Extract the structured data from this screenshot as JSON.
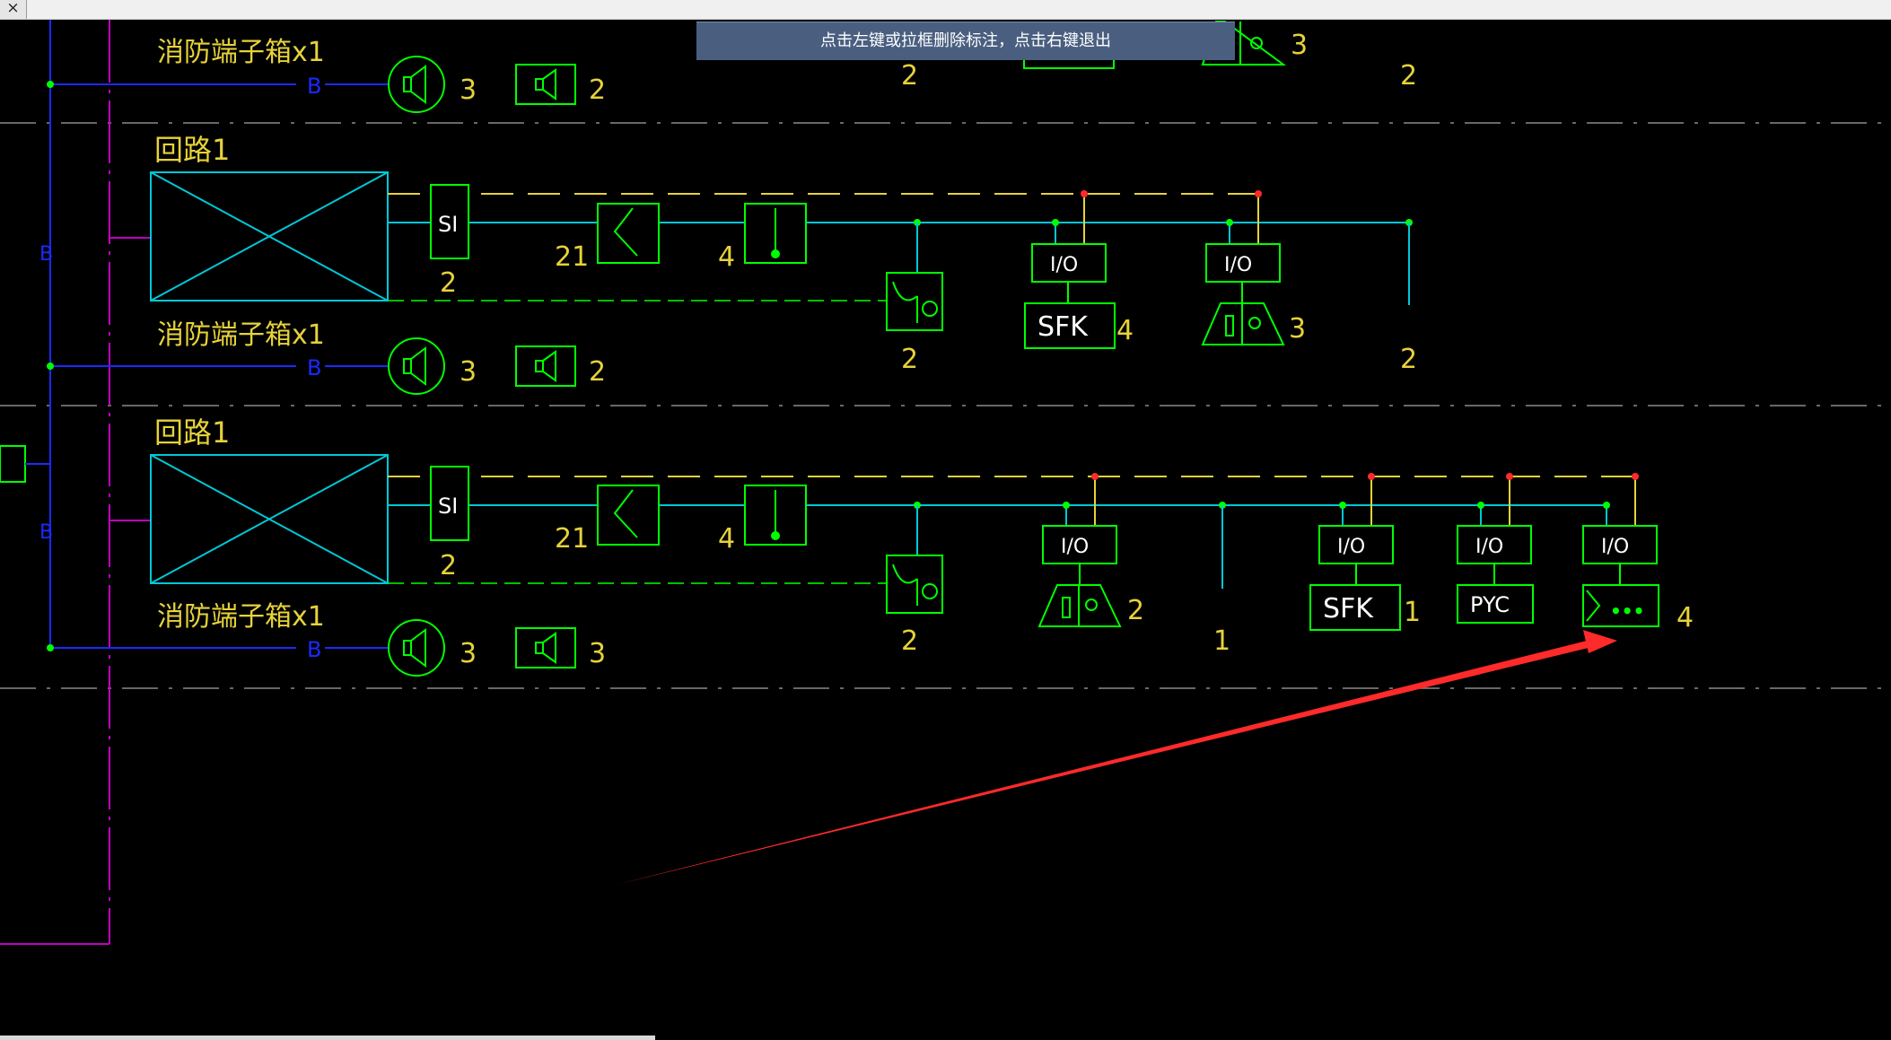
{
  "window": {
    "close_glyph": "×"
  },
  "prompt": {
    "text": "点击左键或拉框删除标注，点击右键退出"
  },
  "drawing": {
    "top_row": {
      "box_label": "消防端子箱x1",
      "speaker_count": "3",
      "box_speaker_count": "2",
      "left_count": "2",
      "alarm_count": "3",
      "right_count": "2"
    },
    "loop1": {
      "title": "回路1",
      "si_label": "SI",
      "si_count": "2",
      "wave_count": "21",
      "switch_count": "4",
      "bell_count": "2",
      "io_label": "I/O",
      "sfk_label": "SFK",
      "sfk_count": "4",
      "alarm_count": "3",
      "end_count": "2",
      "box_label": "消防端子箱x1",
      "speaker_count": "3",
      "box_speaker_count": "2"
    },
    "loop2": {
      "title": "回路1",
      "si_label": "SI",
      "si_count": "2",
      "wave_count": "21",
      "switch_count": "4",
      "bell_count": "2",
      "io_label": "I/O",
      "alarm_count": "2",
      "mid_count": "1",
      "sfk_label": "SFK",
      "sfk_count": "1",
      "pyc_label": "PYC",
      "dots_label": "•••",
      "dots_count": "4",
      "box_label": "消防端子箱x1",
      "speaker_count": "3",
      "box_speaker_count": "3"
    },
    "bus_mark": "B"
  },
  "colors": {
    "cyan": "#00c8d8",
    "green": "#00ff00",
    "yellow": "#e6d23a",
    "blue": "#1a2aff",
    "magenta": "#c000c0",
    "red": "#ff2a2a",
    "prompt_bg": "#4a5f80"
  }
}
